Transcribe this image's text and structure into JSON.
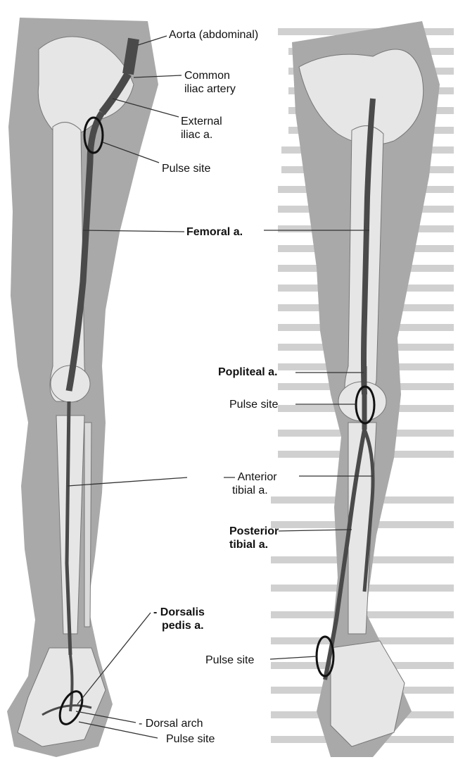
{
  "labels": {
    "aorta": "Aorta (abdominal)",
    "common_iliac": [
      "Common",
      "iliac artery"
    ],
    "external_iliac": [
      "External",
      "iliac a."
    ],
    "pulse_site_groin": "Pulse site",
    "femoral": "Femoral a.",
    "popliteal": "Popliteal a.",
    "pulse_site_knee": "Pulse site",
    "anterior_tibial": [
      "— Anterior",
      "tibial a."
    ],
    "posterior_tibial": [
      "Posterior",
      "tibial a."
    ],
    "dorsalis_pedis": [
      "- Dorsalis",
      "pedis a."
    ],
    "pulse_site_ankle": "Pulse site",
    "dorsal_arch": "- Dorsal arch",
    "pulse_site_foot": "Pulse site"
  },
  "colors": {
    "background": "#ffffff",
    "skin": "#a9a9a9",
    "bone": "#e6e6e6",
    "artery": "#4a4a4a",
    "leader": "#333333",
    "pulse_ring": "#111111",
    "page_text": "#6f6f6f"
  }
}
